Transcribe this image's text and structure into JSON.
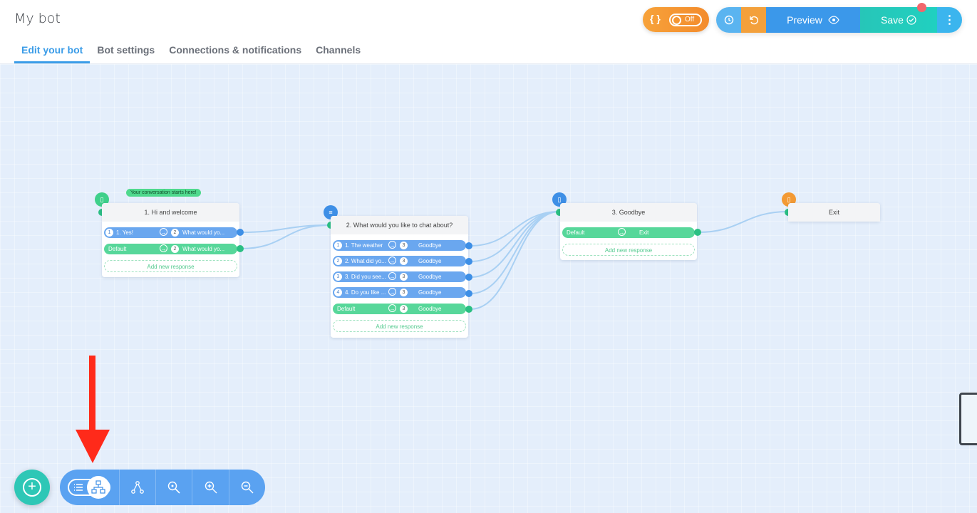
{
  "app": {
    "title": "My bot"
  },
  "tabs": [
    {
      "label": "Edit your bot",
      "active": true
    },
    {
      "label": "Bot settings",
      "active": false
    },
    {
      "label": "Connections & notifications",
      "active": false
    },
    {
      "label": "Channels",
      "active": false
    }
  ],
  "header_actions": {
    "code_toggle": {
      "icon": "braces-icon",
      "state_label": "Off"
    },
    "history_icon": "history-icon",
    "undo_icon": "undo-icon",
    "preview_label": "Preview",
    "preview_icon": "eye-icon",
    "save_label": "Save",
    "save_icon": "check-circle-icon",
    "more_icon": "kebab-icon",
    "colors": {
      "code_toggle": "#F39A34",
      "history": "#5AB4F0",
      "undo": "#F3A03B",
      "preview": "#3B98EA",
      "save": "#27C6B8",
      "notification": "#F2666C"
    }
  },
  "canvas": {
    "start_label": "Your conversation starts here!",
    "nodes": [
      {
        "title": "1. Hi and welcome",
        "responses": [
          {
            "num": "1",
            "label": "1. Yes!",
            "target_num": "2",
            "target": "What would yo..."
          },
          {
            "num": "",
            "label": "Default",
            "target_num": "2",
            "target": "What would yo..."
          }
        ],
        "add_label": "Add new response"
      },
      {
        "title": "2. What would you like to chat about?",
        "responses": [
          {
            "num": "1",
            "label": "1. The weather",
            "target_num": "3",
            "target": "Goodbye"
          },
          {
            "num": "2",
            "label": "2. What did yo...",
            "target_num": "3",
            "target": "Goodbye"
          },
          {
            "num": "3",
            "label": "3. Did you see...",
            "target_num": "3",
            "target": "Goodbye"
          },
          {
            "num": "4",
            "label": "4. Do you like ...",
            "target_num": "3",
            "target": "Goodbye"
          },
          {
            "num": "",
            "label": "Default",
            "target_num": "3",
            "target": "Goodbye"
          }
        ],
        "add_label": "Add new response"
      },
      {
        "title": "3. Goodbye",
        "responses": [
          {
            "num": "",
            "label": "Default",
            "target_num": "",
            "target": "Exit"
          }
        ],
        "add_label": "Add new response"
      },
      {
        "title": "Exit",
        "responses": [],
        "add_label": ""
      }
    ]
  },
  "bottom_toolbar": {
    "add_icon": "plus-circle-icon",
    "view_toggle": {
      "left_icon": "list-view-icon",
      "right_icon": "flow-view-icon",
      "selected": "flow"
    },
    "buttons": [
      "auto-layout-icon",
      "search-node-icon",
      "zoom-in-icon",
      "zoom-out-icon"
    ]
  },
  "annotation": {
    "color": "#FF2A1A"
  }
}
